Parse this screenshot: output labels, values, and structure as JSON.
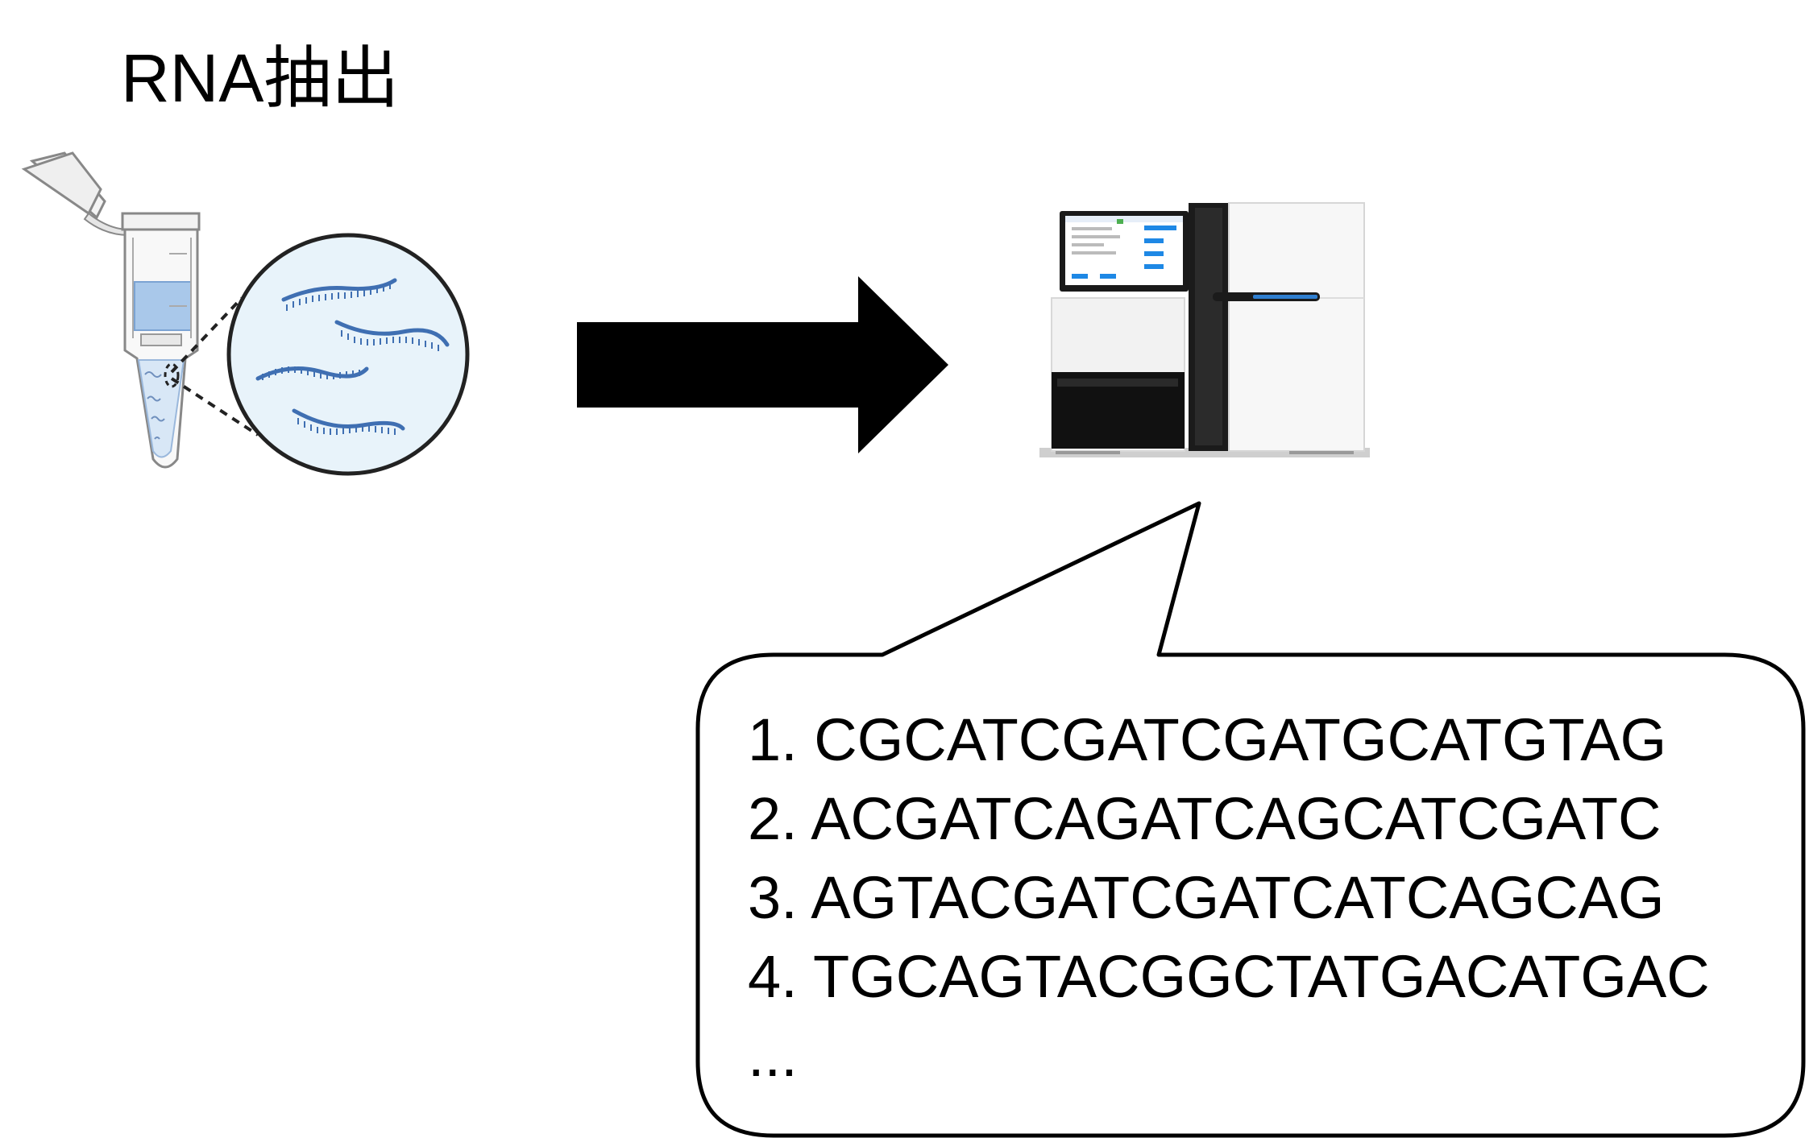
{
  "title": "RNA抽出",
  "reads": [
    "1. CGCATCGATCGATGCATGTAG",
    "2. ACGATCAGATCAGCATCGATC",
    "3. AGTACGATCGATCATCAGCAG",
    "4. TGCAGTACGGCTATGACATGAC",
    "..."
  ],
  "colors": {
    "liquid": "#a9c8ea",
    "lens_fill": "#e8f3fa",
    "rna_strand": "#3f6fb2",
    "sequencer_screen_accent": "#1e88e5",
    "status_light": "#2f7fd0"
  }
}
